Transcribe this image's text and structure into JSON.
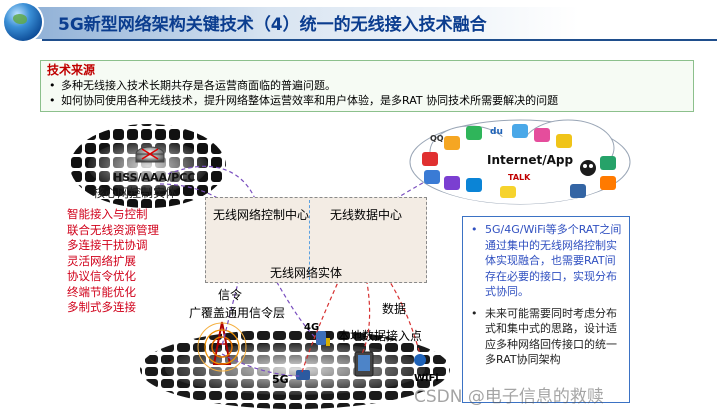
{
  "header": {
    "title": "5G新型网络架构关键技术（4）统一的无线接入技术融合"
  },
  "source": {
    "heading": "技术来源",
    "bullets": [
      "多种无线接入技术长期共存是各运营商面临的普遍问题。",
      "如何协同使用各种无线技术，提升网络整体运营效率和用户体验，是多RAT 协同技术所需要解决的问题"
    ]
  },
  "diagram": {
    "core_node_label": "HSS/AAA/PCC",
    "core_caption": "核心网控制实体",
    "radio_control_label": "无线网络控制中心",
    "radio_data_label": "无线数据中心",
    "radio_entity_label": "无线网络实体",
    "internet_label": "Internet/App",
    "signaling_label": "信令",
    "data_label": "数据",
    "coverage_label": "广覆盖通用信令层",
    "local_access_label": "本地数据接入点",
    "tag_4g": "4G",
    "tag_5g": "5G",
    "tag_wifi": "WiFi",
    "app_badges": {
      "du": "du",
      "talk": "TALK",
      "qq": "QQ"
    },
    "features": [
      "智能接入与控制",
      "联合无线资源管理",
      "多连接干扰协调",
      "灵活网络扩展",
      "协议信令优化",
      "终端节能优化",
      "多制式多连接"
    ],
    "panel": {
      "item1": "5G/4G/WiFi等多个RAT之间通过集中的无线网络控制实体实现融合，也需要RAT间存在必要的接口，实现分布式协同。",
      "item2": "未来可能需要同时考虑分布式和集中式的思路，设计适应多种网络回传接口的统一多RAT协同架构"
    }
  },
  "watermark": "CSDN @电子信息的救赎",
  "colors": {
    "title": "#0b3d8f",
    "heading_red": "#c00000",
    "feature_red": "#d0001a",
    "panel_blue": "#3050c0",
    "panel_border": "#3b72c4"
  }
}
